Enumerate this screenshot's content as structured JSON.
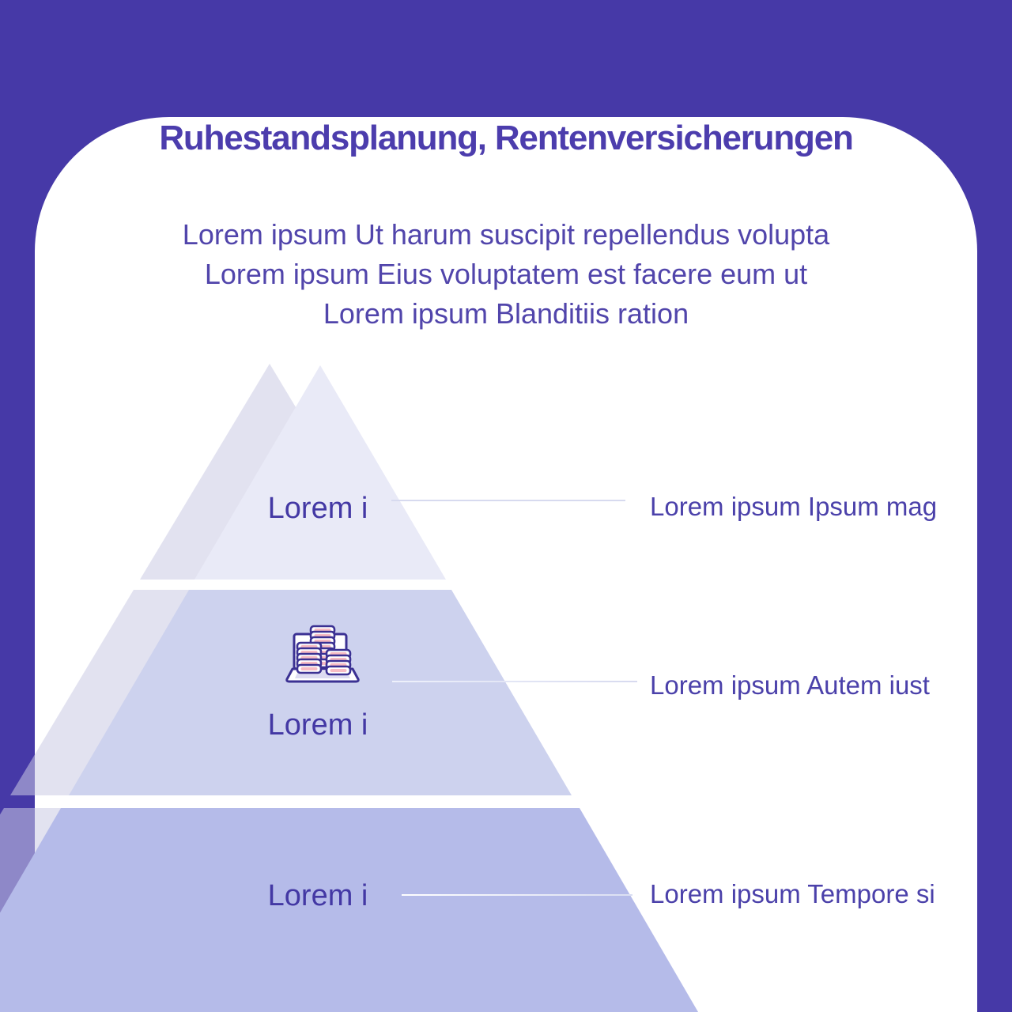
{
  "title": "Ruhestandsplanung, Rentenversicherungen",
  "intro": {
    "line1": "Lorem ipsum Ut harum suscipit repellendus volupta",
    "line2": "Lorem ipsum Eius voluptatem est facere eum ut",
    "line3": "Lorem ipsum Blanditiis ration"
  },
  "pyramid": {
    "type": "pyramid-3-tier",
    "tiers": [
      {
        "label": "Lorem i",
        "description": "Lorem ipsum Ipsum mag"
      },
      {
        "label": "Lorem i",
        "description": "Lorem ipsum Autem iust",
        "icon": "laptop-coins-icon"
      },
      {
        "label": "Lorem i",
        "description": "Lorem ipsum Tempore si"
      }
    ]
  },
  "colors": {
    "background": "#4639a7",
    "card": "#ffffff",
    "title": "#4c3dad",
    "body_text": "#5145ab",
    "tier_label": "#4338a4",
    "side_label": "#4b41aa",
    "tier1_fill": "#e9eaf7",
    "tier2_fill": "#cdd2ee",
    "tier3_fill": "#b5bbe9",
    "shadow_pyramid_fill": "rgba(203,202,228,0.55)",
    "icon_outline": "#3b3193",
    "icon_coin_pink": "#f7bcc4"
  }
}
